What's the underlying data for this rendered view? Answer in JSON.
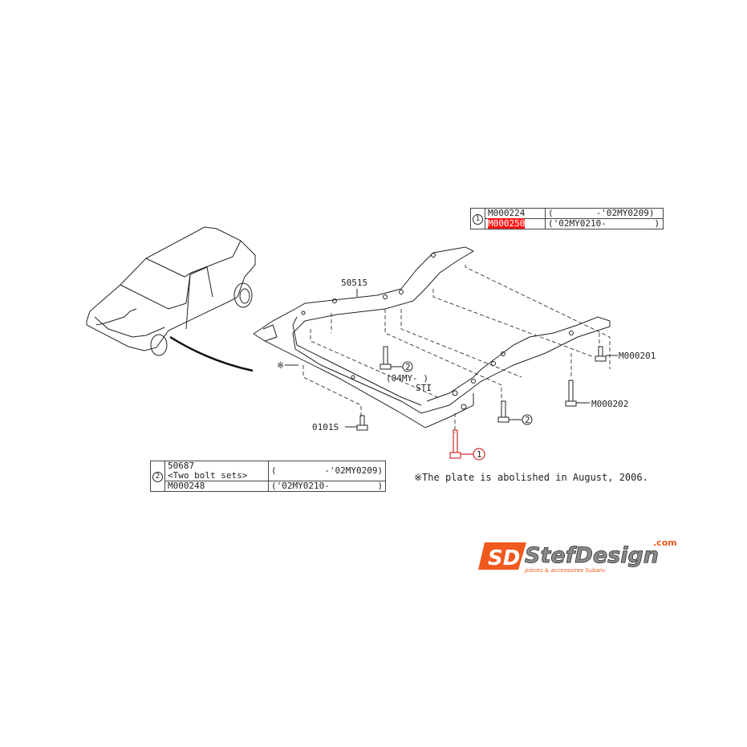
{
  "parts": {
    "frame": "50515",
    "bolt_right_upper": "M000201",
    "bolt_right_lower": "M000202",
    "bolt_left": "0101S",
    "callout_1": "1",
    "callout_2": "2",
    "sti_range": "(04MY-   )",
    "sti_label": "STI",
    "asterisk": "※"
  },
  "table1": {
    "ref": "1",
    "rows": [
      {
        "part": "M000224",
        "range": "(        -'02MY0209)"
      },
      {
        "part": "M000250",
        "range": "('02MY0210-         )",
        "highlighted": true
      }
    ]
  },
  "table2": {
    "ref": "2",
    "rows": [
      {
        "part": "50687",
        "part_note": "<Two bolt sets>",
        "range": "(         -'02MY0209)"
      },
      {
        "part": "M000248",
        "range": "('02MY0210-         )"
      }
    ]
  },
  "footnote": "※The plate is abolished in August, 2006.",
  "logo": {
    "brand": "StefDesign",
    "tld": ".com",
    "tagline": "pièces & accessoires Subaru",
    "monogram": "SD"
  },
  "colors": {
    "highlight": "#ff1a1a",
    "logo_orange": "#f05a1e",
    "logo_grey": "#8a8a8a",
    "callout_red": "#d00000"
  }
}
